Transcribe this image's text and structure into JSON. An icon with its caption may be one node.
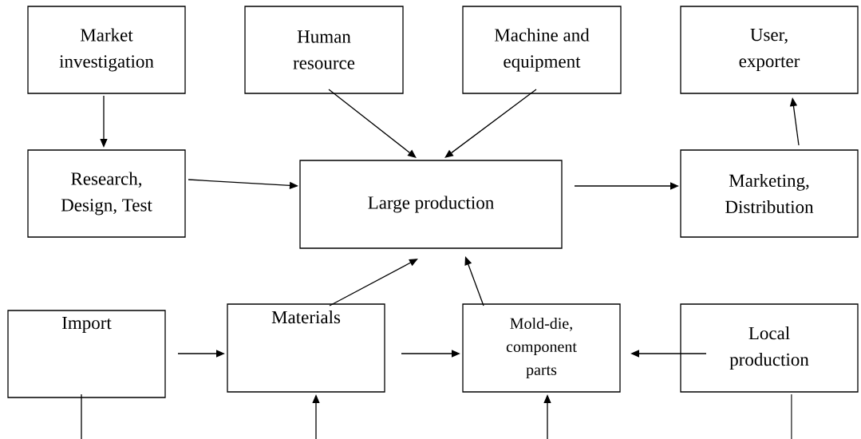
{
  "diagram": {
    "nodes": [
      {
        "text": [
          "Market investigation"
        ]
      },
      {
        "text": [
          "Human resource"
        ]
      },
      {
        "text": [
          "Machine and equipment"
        ]
      },
      {
        "text": [
          "User, exporter"
        ]
      },
      {
        "text": [
          "Research, Design, Test"
        ]
      },
      {
        "text": [
          "Large production"
        ]
      },
      {
        "text": [
          "Marketing, Distribution"
        ]
      },
      {
        "text": [
          "Import"
        ]
      },
      {
        "text": [
          "Materials"
        ]
      },
      {
        "text": [
          "Mold-die, component parts"
        ]
      },
      {
        "text": [
          "Local production"
        ]
      }
    ],
    "edges": [
      {
        "from": 0,
        "to": 4,
        "arrow": "to"
      },
      {
        "from": 1,
        "to": 5,
        "arrow": "to"
      },
      {
        "from": 2,
        "to": 5,
        "arrow": "to"
      },
      {
        "from": 4,
        "to": 5,
        "arrow": "to"
      },
      {
        "from": 5,
        "to": 6,
        "arrow": "to"
      },
      {
        "from": 6,
        "to": 3,
        "arrow": "to"
      },
      {
        "from": 8,
        "to": 5,
        "arrow": "to"
      },
      {
        "from": 9,
        "to": 5,
        "arrow": "to"
      },
      {
        "from": 7,
        "to": 8,
        "arrow": "to"
      },
      {
        "from": 8,
        "to": 9,
        "arrow": "to"
      },
      {
        "from": 10,
        "to": 9,
        "arrow": "to"
      },
      {
        "from": 7,
        "to": null,
        "arrow": "none"
      },
      {
        "from": null,
        "to": 8,
        "arrow": "to"
      },
      {
        "from": null,
        "to": 9,
        "arrow": "to"
      },
      {
        "from": 10,
        "to": null,
        "arrow": "none"
      }
    ]
  }
}
